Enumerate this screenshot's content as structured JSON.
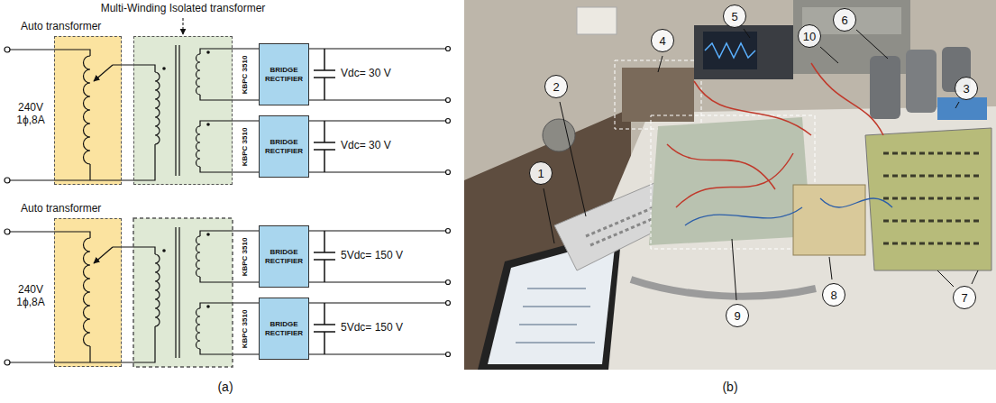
{
  "diagram": {
    "nodes": [
      {
        "text": [
          "Auto transformer"
        ]
      },
      {
        "text": [
          "Multi-Winding Isolated transformer"
        ]
      },
      {
        "text": [
          "BRIDGE RECTIFIER"
        ]
      },
      {
        "text": [
          "BRIDGE RECTIFIER"
        ]
      },
      {
        "text": [
          "Auto transformer"
        ]
      },
      {
        "text": [
          "BRIDGE RECTIFIER"
        ]
      },
      {
        "text": [
          "BRIDGE RECTIFIER"
        ]
      },
      {
        "text": [
          "1"
        ]
      },
      {
        "text": [
          "2"
        ]
      },
      {
        "text": [
          "3"
        ]
      },
      {
        "text": [
          "4"
        ]
      },
      {
        "text": [
          "5"
        ]
      },
      {
        "text": [
          "6"
        ]
      },
      {
        "text": [
          "7"
        ]
      },
      {
        "text": [
          "8"
        ]
      },
      {
        "text": [
          "9"
        ]
      },
      {
        "text": [
          "10"
        ]
      }
    ],
    "labels": [
      "240V 1ϕ,8A",
      "KBPC 3510",
      "KBPC 3510",
      "Vdc= 30 V",
      "Vdc= 30 V",
      "240V 1ϕ,8A",
      "KBPC 3510",
      "KBPC 3510",
      "5Vdc= 150 V",
      "5Vdc= 150 V",
      "(a)",
      "(b)"
    ]
  }
}
